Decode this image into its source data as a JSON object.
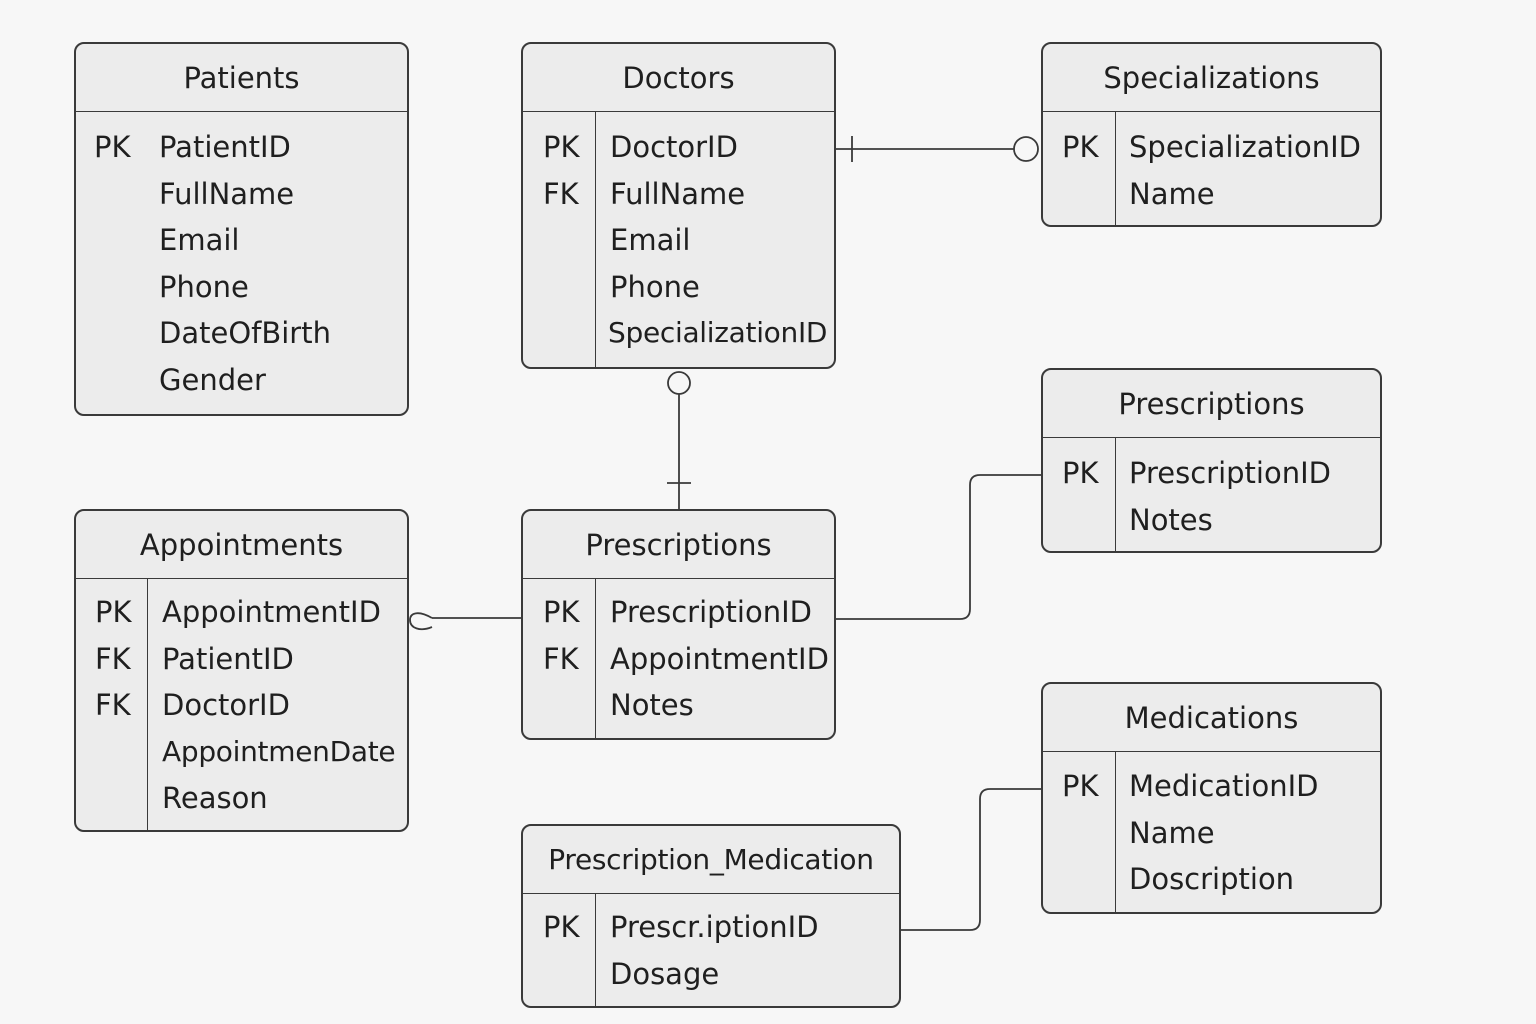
{
  "entities": {
    "patients": {
      "title": "Patients",
      "rows": [
        {
          "key": "PK",
          "name": "PatientID"
        },
        {
          "key": "",
          "name": "FullName"
        },
        {
          "key": "",
          "name": "Email"
        },
        {
          "key": "",
          "name": "Phone"
        },
        {
          "key": "",
          "name": "DateOfBirth"
        },
        {
          "key": "",
          "name": "Gender"
        }
      ]
    },
    "doctors": {
      "title": "Doctors",
      "rows": [
        {
          "key": "PK",
          "name": "DoctorID"
        },
        {
          "key": "FK",
          "name": "FullName"
        },
        {
          "key": "",
          "name": "Email"
        },
        {
          "key": "",
          "name": "Phone"
        },
        {
          "key": "",
          "name": "SpecializationID"
        }
      ]
    },
    "specializations": {
      "title": "Specializations",
      "rows": [
        {
          "key": "PK",
          "name": "SpecializationID"
        },
        {
          "key": "",
          "name": "Name"
        }
      ]
    },
    "prescriptions_right": {
      "title": "Prescriptions",
      "rows": [
        {
          "key": "PK",
          "name": "PrescriptionID"
        },
        {
          "key": "",
          "name": "Notes"
        }
      ]
    },
    "appointments": {
      "title": "Appointments",
      "rows": [
        {
          "key": "PK",
          "name": "AppointmentID"
        },
        {
          "key": "FK",
          "name": "PatientID"
        },
        {
          "key": "FK",
          "name": "DoctorID"
        },
        {
          "key": "",
          "name": "AppointmenDate"
        },
        {
          "key": "",
          "name": "Reason"
        }
      ]
    },
    "prescriptions_center": {
      "title": "Prescriptions",
      "rows": [
        {
          "key": "PK",
          "name": "PrescriptionID"
        },
        {
          "key": "FK",
          "name": "AppointmentID"
        },
        {
          "key": "",
          "name": "Notes"
        }
      ]
    },
    "medications": {
      "title": "Medications",
      "rows": [
        {
          "key": "PK",
          "name": "MedicationID"
        },
        {
          "key": "",
          "name": "Name"
        },
        {
          "key": "",
          "name": "Doscription"
        }
      ]
    },
    "prescription_medication": {
      "title": "Prescription_Medication",
      "rows": [
        {
          "key": "PK",
          "name": "Prescr.iptionID"
        },
        {
          "key": "",
          "name": "Dosage"
        }
      ]
    }
  },
  "colors": {
    "background": "#f7f7f7",
    "box_fill": "#ececec",
    "stroke": "#3a3a3a",
    "text": "#1f1f1f"
  }
}
